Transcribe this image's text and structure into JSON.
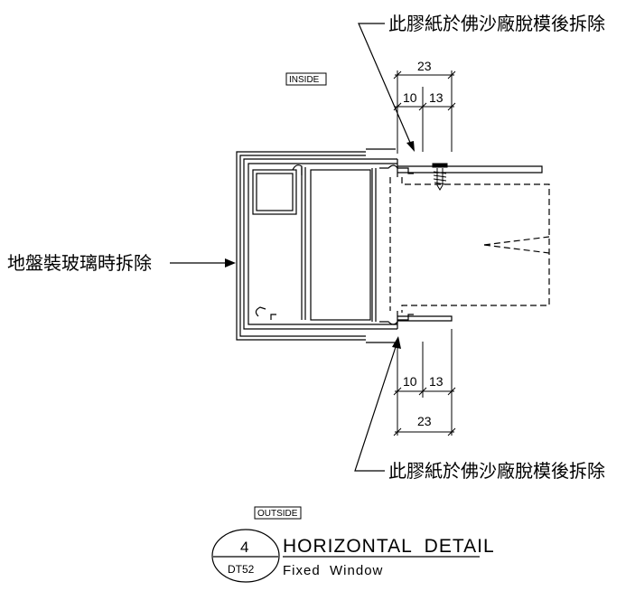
{
  "notes": {
    "top_note": "此膠紙於佛沙廠脫模後拆除",
    "bottom_note": "此膠紙於佛沙廠脫模後拆除",
    "left_note": "地盤裝玻璃時拆除"
  },
  "tags": {
    "inside": "INSIDE",
    "outside": "OUTSIDE"
  },
  "dimensions": {
    "top": {
      "overall": "23",
      "part_a": "10",
      "part_b": "13"
    },
    "bottom": {
      "overall": "23",
      "part_a": "10",
      "part_b": "13"
    }
  },
  "title_block": {
    "detail_number": "4",
    "sheet_ref": "DT52",
    "title": "HORIZONTAL  DETAIL",
    "subtitle": "Fixed  Window"
  }
}
